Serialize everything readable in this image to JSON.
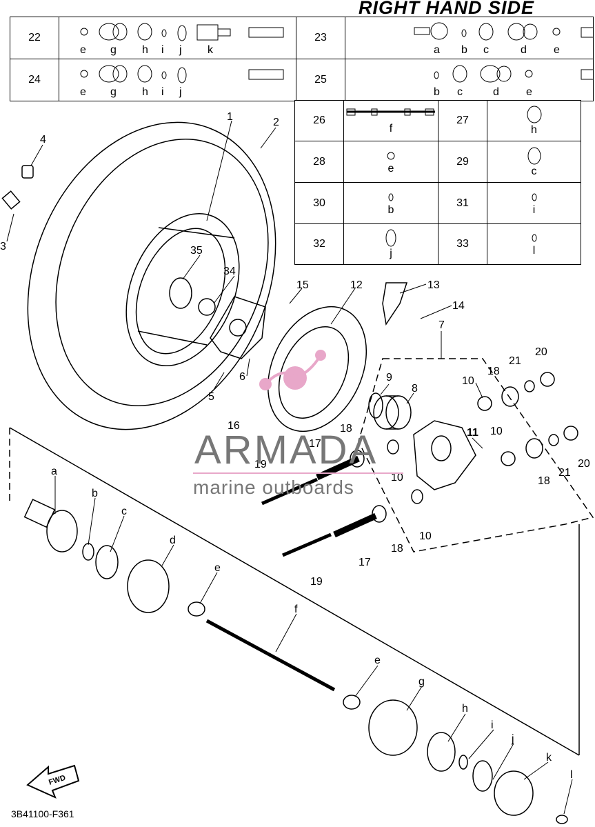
{
  "header": {
    "title": "RIGHT HAND SIDE"
  },
  "kit_table": {
    "rows": [
      {
        "ref": "22",
        "letters": [
          "e",
          "g",
          "h",
          "i",
          "j",
          "k"
        ]
      },
      {
        "ref": "23",
        "letters": [
          "a",
          "b",
          "c",
          "d",
          "e"
        ]
      },
      {
        "ref": "24",
        "letters": [
          "e",
          "g",
          "h",
          "i",
          "j"
        ]
      },
      {
        "ref": "25",
        "letters": [
          "b",
          "c",
          "d",
          "e"
        ]
      },
      {
        "ref": "26",
        "letters": [
          "f"
        ]
      },
      {
        "ref": "27",
        "letters": [
          "h"
        ]
      },
      {
        "ref": "28",
        "letters": [
          "e"
        ]
      },
      {
        "ref": "29",
        "letters": [
          "c"
        ]
      },
      {
        "ref": "30",
        "letters": [
          "b"
        ]
      },
      {
        "ref": "31",
        "letters": [
          "i"
        ]
      },
      {
        "ref": "32",
        "letters": [
          "j"
        ]
      },
      {
        "ref": "33",
        "letters": [
          "l"
        ]
      }
    ]
  },
  "callouts": {
    "n1": "1",
    "n2": "2",
    "n3": "3",
    "n4": "4",
    "n5": "5",
    "n6": "6",
    "n7": "7",
    "n8": "8",
    "n9": "9",
    "n10a": "10",
    "n10b": "10",
    "n10c": "10",
    "n10d": "10",
    "n11": "11",
    "n12": "12",
    "n13": "13",
    "n14": "14",
    "n15": "15",
    "n16": "16",
    "n17a": "17",
    "n17b": "17",
    "n18a": "18",
    "n18b": "18",
    "n18c": "18",
    "n18d": "18",
    "n19a": "19",
    "n19b": "19",
    "n20a": "20",
    "n20b": "20",
    "n21a": "21",
    "n21b": "21",
    "n34": "34",
    "n35": "35",
    "la": "a",
    "lb": "b",
    "lc": "c",
    "ld": "d",
    "le1": "e",
    "le2": "e",
    "lf": "f",
    "lg": "g",
    "lh": "h",
    "li": "i",
    "lj": "j",
    "lk": "k",
    "ll": "l"
  },
  "fwd_label": "FWD",
  "watermark": {
    "brand": "ARMADA",
    "tagline": "marine outboards"
  },
  "figure_code": "3B41100-F361"
}
